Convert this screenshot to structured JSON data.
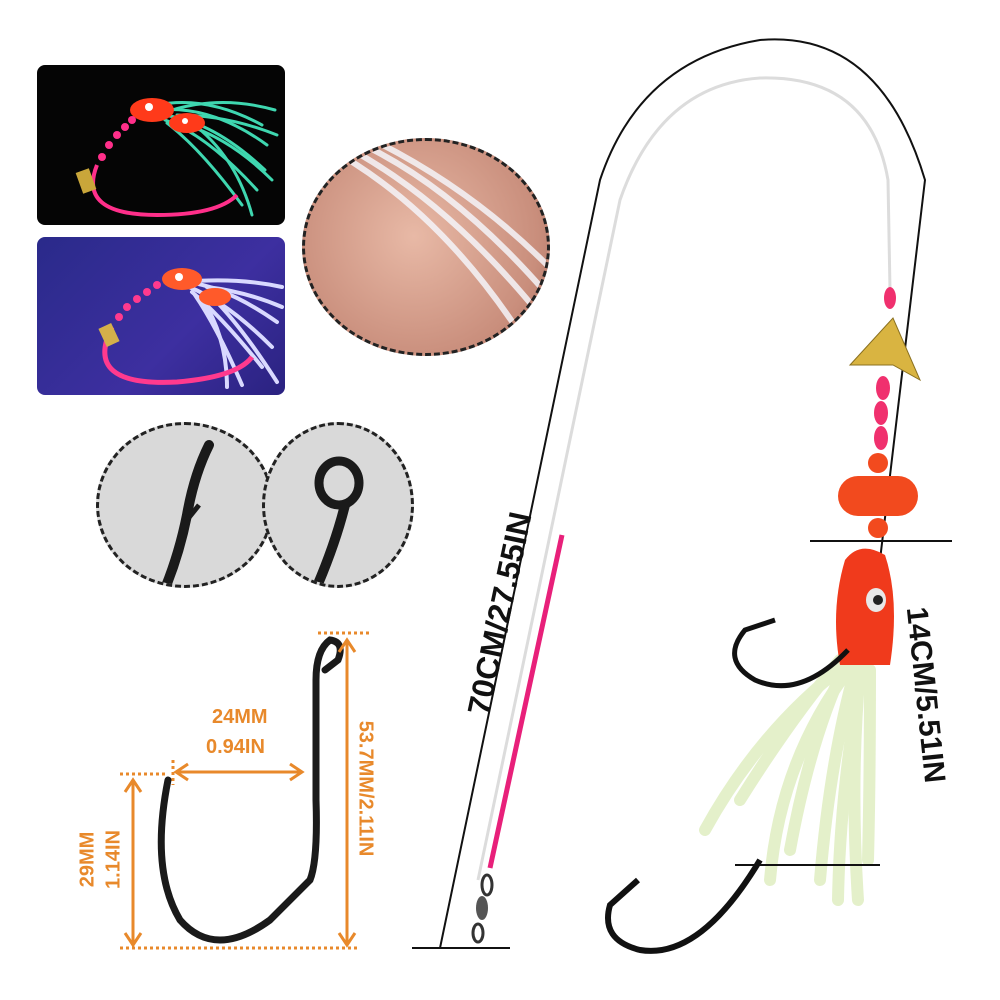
{
  "hook_dimensions": {
    "gap_mm": "24MM",
    "gap_in": "0.94IN",
    "height_mm": "29MM",
    "height_in": "1.14IN",
    "length": "53.7MM/2.11IN"
  },
  "rig_dimensions": {
    "total_length": "70CM/27.55IN",
    "lure_length": "14CM/5.51IN"
  },
  "colors": {
    "measure_orange": "#e8892b",
    "leader_pink": "#e8207a",
    "lure_red": "#f03a1c",
    "skirt_glow": "#e3f0c8",
    "blade_gold": "#d9b441",
    "bead_pink": "#f0306e"
  },
  "icons": {
    "photo_glow_green": "lure-glow-green-photo",
    "photo_uv": "lure-uv-photo",
    "closeup_line": "leader-line-closeup",
    "closeup_barb": "hook-barb-closeup",
    "closeup_eye": "hook-eye-closeup"
  }
}
